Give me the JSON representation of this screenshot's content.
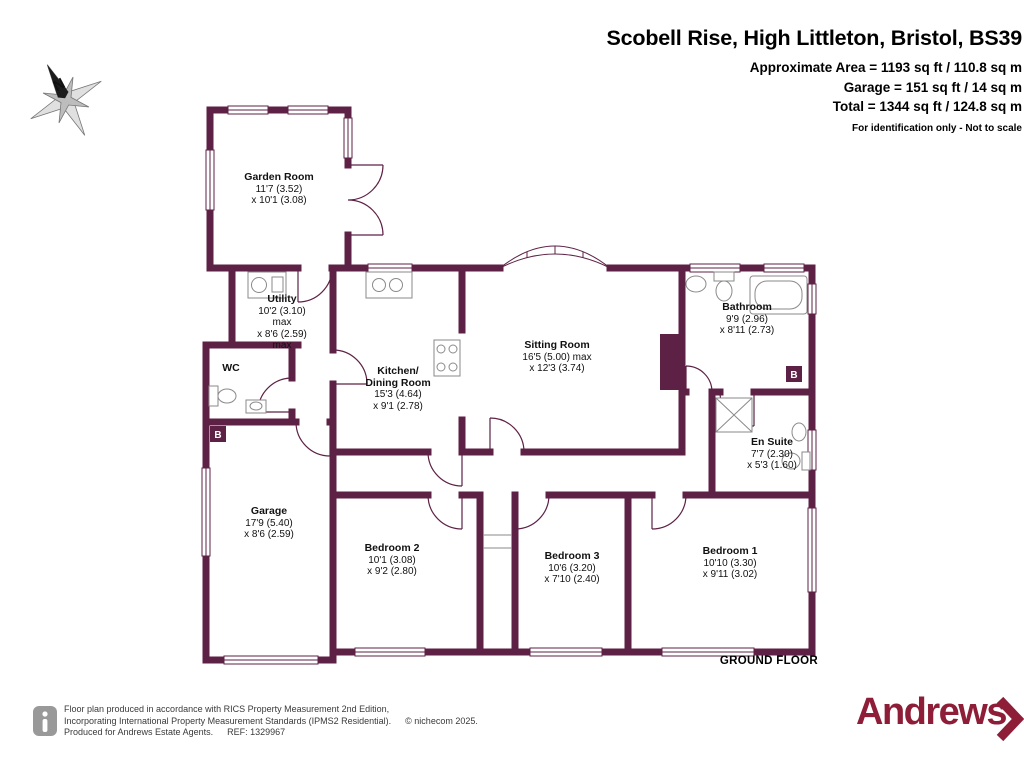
{
  "header": {
    "title": "Scobell Rise, High Littleton, Bristol, BS39",
    "area_line1": "Approximate Area = 1193 sq ft / 110.8 sq m",
    "area_line2": "Garage = 151 sq ft / 14 sq m",
    "area_line3": "Total = 1344 sq ft / 124.8 sq m",
    "disclaimer": "For identification only - Not to scale"
  },
  "compass": {
    "label": "N"
  },
  "floor_label": "GROUND FLOOR",
  "rooms": [
    {
      "name_lines": [
        "Garden Room"
      ],
      "dim_lines": [
        "11'7 (3.52)",
        "x 10'1 (3.08)"
      ]
    },
    {
      "name_lines": [
        "Utility"
      ],
      "dim_lines": [
        "10'2 (3.10)",
        "max",
        "x 8'6 (2.59)",
        "max"
      ]
    },
    {
      "name_lines": [
        "WC"
      ],
      "dim_lines": []
    },
    {
      "name_lines": [
        "Kitchen/",
        "Dining Room"
      ],
      "dim_lines": [
        "15'3 (4.64)",
        "x 9'1 (2.78)"
      ]
    },
    {
      "name_lines": [
        "Sitting Room"
      ],
      "dim_lines": [
        "16'5 (5.00) max",
        "x 12'3 (3.74)"
      ]
    },
    {
      "name_lines": [
        "Bathroom"
      ],
      "dim_lines": [
        "9'9 (2.96)",
        "x 8'11 (2.73)"
      ]
    },
    {
      "name_lines": [
        "En Suite"
      ],
      "dim_lines": [
        "7'7 (2.30)",
        "x 5'3 (1.60)"
      ]
    },
    {
      "name_lines": [
        "Garage"
      ],
      "dim_lines": [
        "17'9 (5.40)",
        "x 8'6 (2.59)"
      ]
    },
    {
      "name_lines": [
        "Bedroom 2"
      ],
      "dim_lines": [
        "10'1 (3.08)",
        "x 9'2 (2.80)"
      ]
    },
    {
      "name_lines": [
        "Bedroom 3"
      ],
      "dim_lines": [
        "10'6 (3.20)",
        "x 7'10 (2.40)"
      ]
    },
    {
      "name_lines": [
        "Bedroom 1"
      ],
      "dim_lines": [
        "10'10 (3.30)",
        "x 9'11 (3.02)"
      ]
    }
  ],
  "markers": {
    "boiler": "B"
  },
  "footer": {
    "line1": "Floor plan produced in accordance with RICS Property Measurement 2nd Edition,",
    "line2": "Incorporating International Property Measurement Standards (IPMS2 Residential).",
    "copyright": "© nichecom 2025.",
    "line3": "Produced for Andrews Estate Agents.",
    "ref": "REF: 1329967"
  },
  "brand": {
    "name": "Andrews"
  },
  "colors": {
    "wall": "#5d2145",
    "brand": "#8e1e38"
  }
}
